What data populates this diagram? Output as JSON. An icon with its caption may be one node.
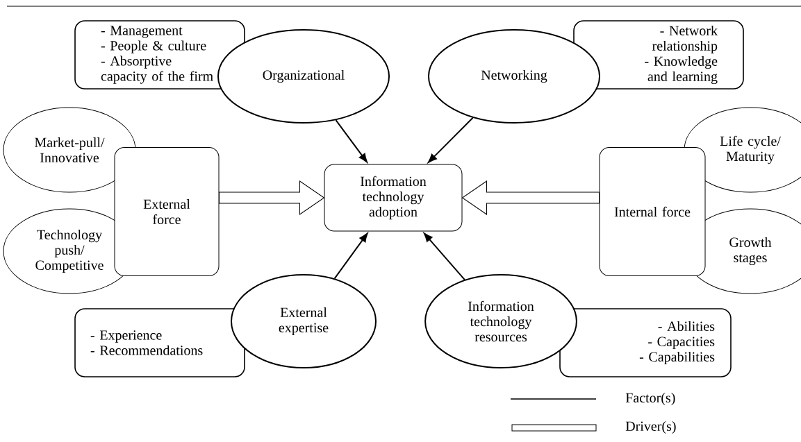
{
  "diagram": {
    "nodes": [
      {
        "text": [
          "- Management",
          "- People & culture",
          "- Absorptive capacity of the firm"
        ]
      },
      {
        "text": [
          "Organizational"
        ]
      },
      {
        "text": [
          "Networking"
        ]
      },
      {
        "text": [
          "- Network relationship",
          "- Knowledge and learning"
        ]
      },
      {
        "text": [
          "Market-pull/ Innovative"
        ]
      },
      {
        "text": [
          "External force"
        ]
      },
      {
        "text": [
          "Information technology adoption"
        ]
      },
      {
        "text": [
          "Internal force"
        ]
      },
      {
        "text": [
          "Life cycle/ Maturity"
        ]
      },
      {
        "text": [
          "Technology push/ Competitive"
        ]
      },
      {
        "text": [
          "Growth stages"
        ]
      },
      {
        "text": [
          "- Experience",
          "- Recommendations"
        ]
      },
      {
        "text": [
          "External expertise"
        ]
      },
      {
        "text": [
          "Information technology resources"
        ]
      },
      {
        "text": [
          "- Abilities",
          "- Capacities",
          "- Capabilities"
        ]
      }
    ],
    "edges": [
      {
        "from": 1,
        "to": 6,
        "arrow": "to"
      },
      {
        "from": 2,
        "to": 6,
        "arrow": "to"
      },
      {
        "from": 5,
        "to": 6,
        "arrow": "to",
        "style": "thick"
      },
      {
        "from": 7,
        "to": 6,
        "arrow": "to",
        "style": "thick"
      },
      {
        "from": 12,
        "to": 6,
        "arrow": "to"
      },
      {
        "from": 13,
        "to": 6,
        "arrow": "to"
      }
    ],
    "legend": [
      {
        "text": "Factor(s)"
      },
      {
        "text": "Driver(s)"
      }
    ]
  }
}
